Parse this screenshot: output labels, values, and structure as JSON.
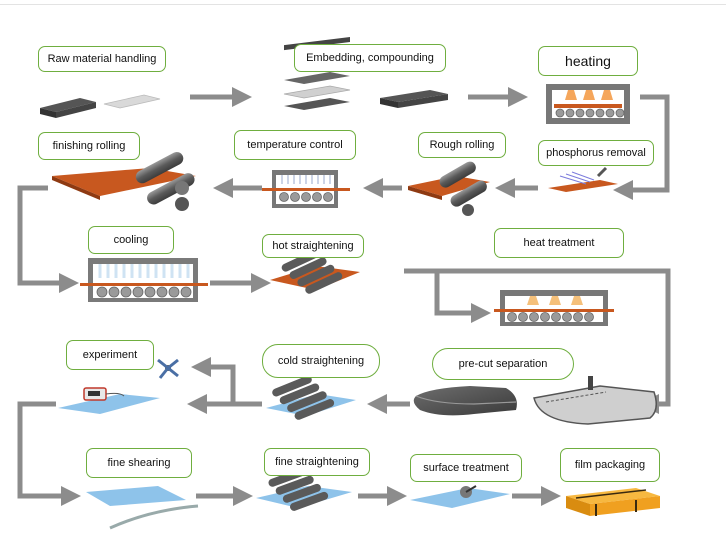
{
  "steps": {
    "raw_material_handling": "Raw material handling",
    "embedding_compounding": "Embedding, compounding",
    "heating": "heating",
    "phosphorus_removal": "phosphorus removal",
    "rough_rolling": "Rough rolling",
    "temperature_control": "temperature control",
    "finishing_rolling": "finishing rolling",
    "cooling": "cooling",
    "hot_straightening": "hot straightening",
    "heat_treatment": "heat treatment",
    "pre_cut_separation": "pre-cut separation",
    "cold_straightening": "cold straightening",
    "experiment": "experiment",
    "fine_shearing": "fine shearing",
    "fine_straightening": "fine straightening",
    "surface_treatment": "surface treatment",
    "film_packaging": "film packaging"
  },
  "colors": {
    "label_border": "#6fae3f",
    "arrow": "#8c8c8c",
    "hot_plate": "#c8581f",
    "cold_plate": "#8ec3ea",
    "roller": "#6b6b6b",
    "package": "#f0a020"
  }
}
